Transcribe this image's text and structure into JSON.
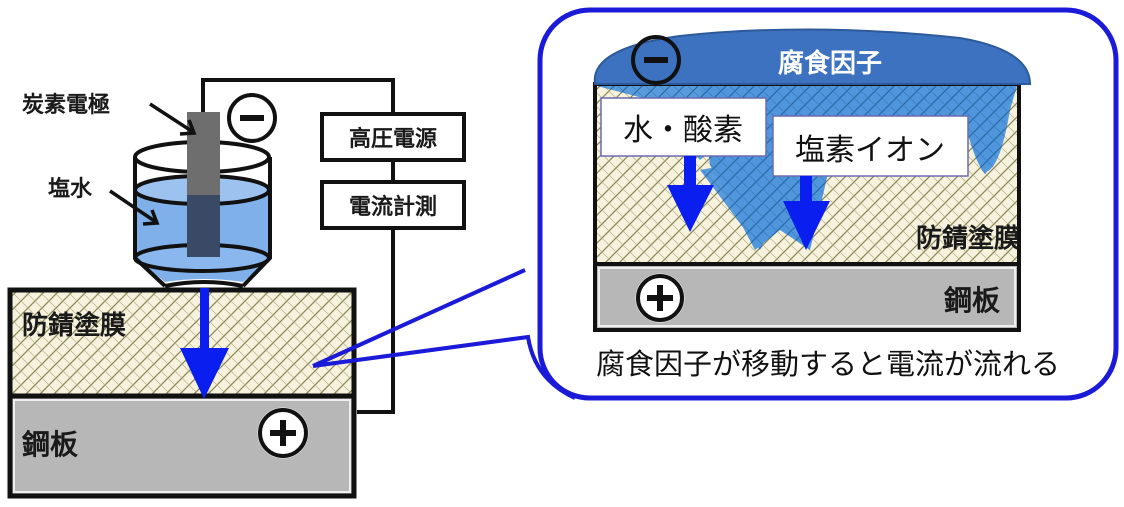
{
  "left": {
    "electrode_label": "炭素電極",
    "saltwater_label": "塩水",
    "power_supply_label": "高圧電源",
    "current_meter_label": "電流計測",
    "coating_label": "防錆塗膜",
    "steel_label": "鋼板",
    "negative_symbol": "−",
    "positive_symbol": "+"
  },
  "right": {
    "corrosion_factor_label": "腐食因子",
    "water_oxygen_label": "水・酸素",
    "chloride_ion_label": "塩素イオン",
    "coating_label": "防錆塗膜",
    "steel_label": "鋼板",
    "negative_symbol": "−",
    "positive_symbol": "+",
    "caption": "腐食因子が移動すると電流が流れる"
  },
  "colors": {
    "arrow_blue": "#0a1ef0",
    "callout_border": "#1a1ad8",
    "water_blue": "#7fb0ea",
    "corrosion_cap": "#3d72c0",
    "corrosion_penetration": "#5a9ee0",
    "steel_gray": "#b7b7b7",
    "coating_bg": "#f4f0dc",
    "electrode_gray": "#6b6b6b"
  }
}
